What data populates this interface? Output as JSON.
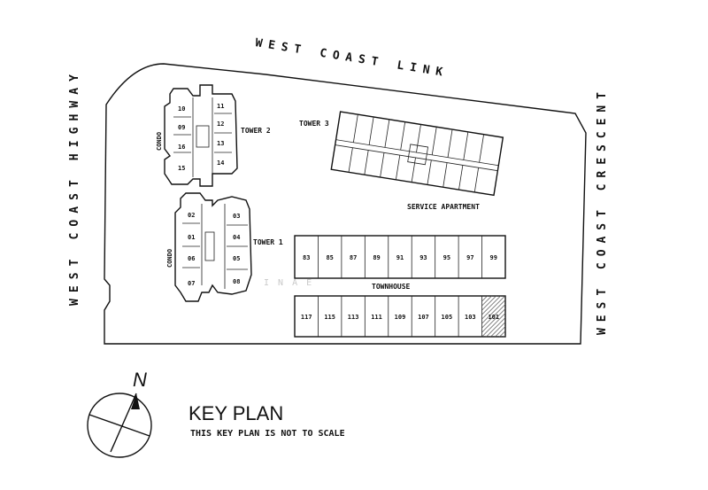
{
  "roads": {
    "north": "WEST COAST LINK",
    "west": "WEST COAST HIGHWAY",
    "east": "WEST COAST CRESCENT"
  },
  "blocks": {
    "tower1": "TOWER 1",
    "tower2": "TOWER 2",
    "tower3": "TOWER 3",
    "service_apartment": "SERVICE APARTMENT",
    "townhouse": "TOWNHOUSE",
    "condo_left_upper": "CONDO",
    "condo_left_lower": "CONDO"
  },
  "tower2_units": {
    "left": [
      "10",
      "09",
      "16",
      "15"
    ],
    "right": [
      "11",
      "12",
      "13",
      "14"
    ]
  },
  "tower1_units": {
    "left": [
      "02",
      "01",
      "06",
      "07"
    ],
    "right": [
      "03",
      "04",
      "05",
      "08"
    ]
  },
  "townhouse_top_units": [
    "83",
    "85",
    "87",
    "89",
    "91",
    "93",
    "95",
    "97",
    "99"
  ],
  "townhouse_bottom_units": [
    "117",
    "115",
    "113",
    "111",
    "109",
    "107",
    "105",
    "103",
    "101"
  ],
  "north_arrow": {
    "label": "N",
    "icon": "north-arrow-icon"
  },
  "key_plan": {
    "title": "KEY PLAN",
    "note": "THIS KEY PLAN IS NOT TO SCALE"
  },
  "watermark": "I N A E"
}
